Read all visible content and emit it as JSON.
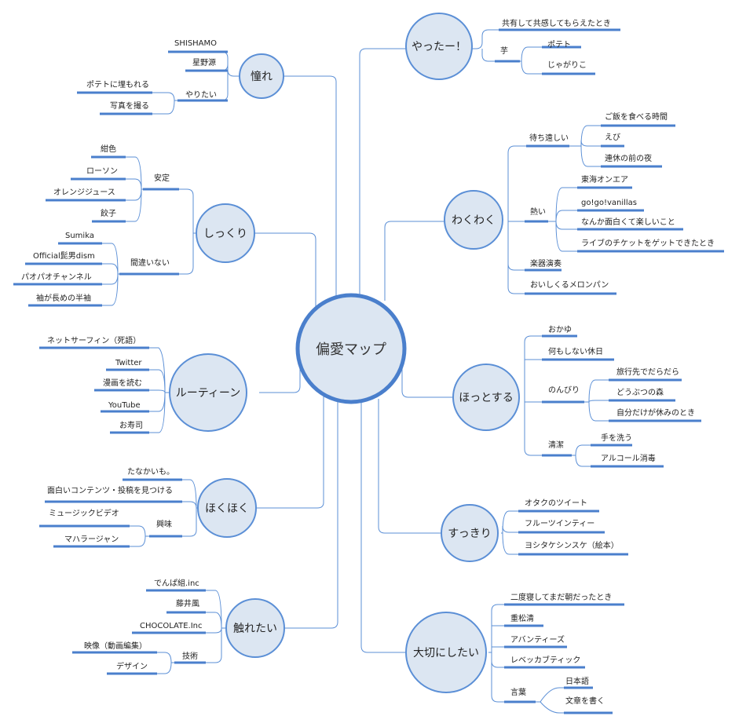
{
  "center": "偏愛マップ",
  "topics": {
    "yatta": "やったー！",
    "akogare": "憧れ",
    "wakuwaku": "わくわく",
    "shikkuri": "しっくり",
    "routine": "ルーティーン",
    "hotto": "ほっとする",
    "hokuhoku": "ほくほく",
    "sukkiri": "すっきり",
    "furetai": "触れたい",
    "taisetsu": "大切にしたい"
  },
  "yatta": {
    "shared": "共有して共感してもらえたとき",
    "imo": "芋",
    "potato": "ポテト",
    "jagarico": "じゃがりこ"
  },
  "akogare": {
    "shishamo": "SHISHAMO",
    "hoshino": "星野源",
    "yaritai": "やりたい",
    "potato_bury": "ポテトに埋もれる",
    "photo": "写真を撮る"
  },
  "wakuwaku": {
    "machidooshii": "待ち遠しい",
    "meal_time": "ご飯を食べる時間",
    "ebi": "えび",
    "holiday_eve": "連休の前の夜",
    "atsui": "熱い",
    "tokai": "東海オンエア",
    "gogo": "go!go!vanillas",
    "fun": "なんか面白くて楽しいこと",
    "live": "ライブのチケットをゲットできたとき",
    "instrument": "楽器演奏",
    "melonpan": "おいしくるメロンパン"
  },
  "shikkuri": {
    "anntei": "安定",
    "kon": "紺色",
    "lawson": "ローソン",
    "orange": "オレンジジュース",
    "gyoza": "餃子",
    "machigainai": "間違いない",
    "sumika": "Sumika",
    "higedan": "Official髭男dism",
    "paopao": "パオパオチャンネル",
    "sleeve": "袖が長めの半袖"
  },
  "routine": {
    "netsurf": "ネットサーフィン（死語）",
    "twitter": "Twitter",
    "manga": "漫画を読む",
    "youtube": "YouTube",
    "sushi": "お寿司"
  },
  "hotto": {
    "okayu": "おかゆ",
    "nothing": "何もしない休日",
    "nonbiri": "のんびり",
    "travel": "旅行先でだらだら",
    "doubutsu": "どうぶつの森",
    "alone": "自分だけが休みのとき",
    "seiketsu": "清潔",
    "handwash": "手を洗う",
    "alcohol": "アルコール消毒"
  },
  "hokuhoku": {
    "tanakai": "たなかいも。",
    "content": "面白いコンテンツ・投稿を見つける",
    "kyomi": "興味",
    "mv": "ミュージックビデオ",
    "maharaja": "マハラージャン"
  },
  "sukkiri": {
    "otaku": "オタクのツイート",
    "fruits": "フルーツインティー",
    "yoshitake": "ヨシタケシンスケ（絵本）"
  },
  "furetai": {
    "denpa": "でんぱ組.inc",
    "fujii": "藤井風",
    "chocolate": "CHOCOLATE.Inc",
    "gijutsu": "技術",
    "eizo": "映像（動画編集）",
    "design": "デザイン"
  },
  "taisetsu": {
    "nidone": "二度寝してまだ朝だったとき",
    "shigematsu": "重松清",
    "avantis": "アバンティーズ",
    "rebecca": "レベッカブティック",
    "kotoba": "言葉",
    "nihongo": "日本語",
    "writing": "文章を書く"
  }
}
